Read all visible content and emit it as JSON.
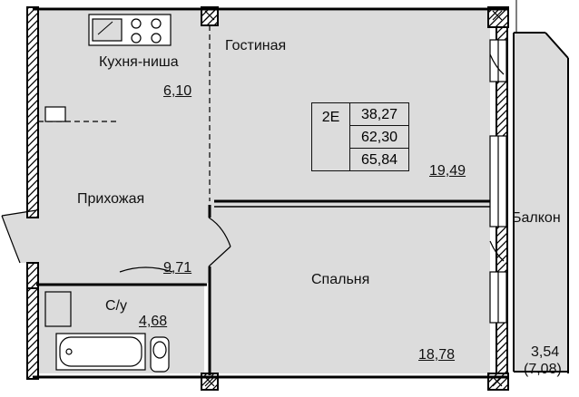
{
  "rooms": {
    "kitchen": {
      "name": "Кухня-ниша",
      "area": "6,10"
    },
    "living": {
      "name": "Гостиная",
      "area": "19,49"
    },
    "hall": {
      "name": "Прихожая",
      "area": "9,71"
    },
    "bath": {
      "name": "С/у",
      "area": "4,68"
    },
    "bedroom": {
      "name": "Спальня",
      "area": "18,78"
    },
    "balcony": {
      "name": "Балкон",
      "area": "3,54",
      "area_full": "(7,08)"
    }
  },
  "apartment": {
    "type": "2Е",
    "areas": [
      "38,27",
      "62,30",
      "65,84"
    ]
  },
  "colors": {
    "floor": "#dcdcdc",
    "wall": "#000000",
    "background": "#ffffff"
  }
}
